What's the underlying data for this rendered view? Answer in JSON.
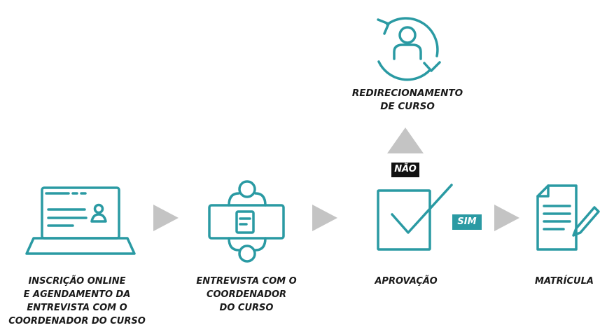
{
  "colors": {
    "teal": "#2a9aa3",
    "arrow": "#c4c4c4",
    "text": "#1a1a1a",
    "badge_dark": "#111111"
  },
  "steps": [
    {
      "icon": "laptop-profile-icon",
      "lines": [
        "INSCRIÇÃO ONLINE",
        "E AGENDAMENTO DA",
        "ENTREVISTA COM O",
        "COORDENADOR DO CURSO"
      ]
    },
    {
      "icon": "meeting-table-icon",
      "lines": [
        "ENTREVISTA COM O",
        "COORDENADOR",
        "DO CURSO"
      ]
    },
    {
      "icon": "checkbox-check-icon",
      "lines": [
        "APROVAÇÃO"
      ]
    },
    {
      "icon": "document-pen-icon",
      "lines": [
        "MATRÍCULA"
      ]
    }
  ],
  "branch": {
    "icon": "user-refresh-icon",
    "lines": [
      "REDIRECIONAMENTO",
      "DE CURSO"
    ],
    "no_label": "NÃO",
    "yes_label": "SIM"
  }
}
